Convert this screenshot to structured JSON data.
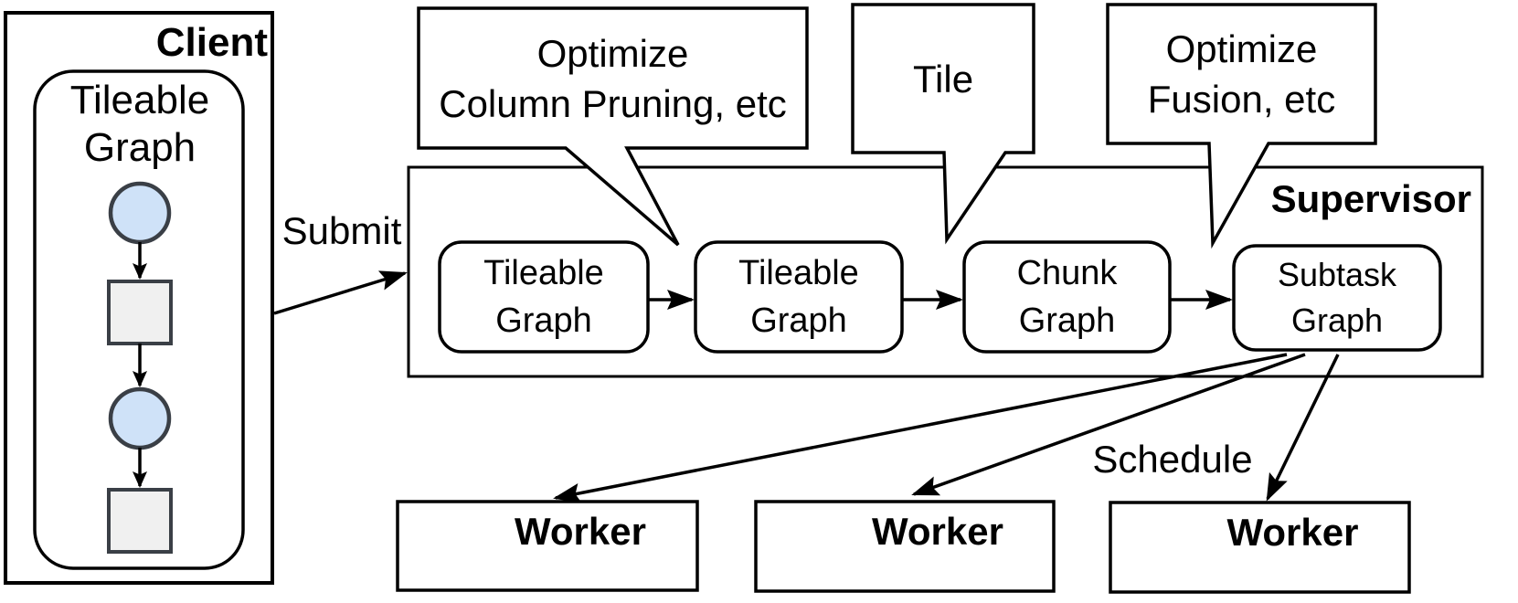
{
  "client": {
    "title": "Client",
    "graph_label": {
      "line1": "Tileable",
      "line2": "Graph"
    }
  },
  "edges": {
    "submit_label": "Submit",
    "schedule_label": "Schedule"
  },
  "callouts": {
    "column_pruning": {
      "line1": "Optimize",
      "line2": "Column Pruning, etc"
    },
    "tile": {
      "label": "Tile"
    },
    "fusion": {
      "line1": "Optimize",
      "line2": "Fusion, etc"
    }
  },
  "supervisor": {
    "title": "Supervisor",
    "pipeline": [
      {
        "line1": "Tileable",
        "line2": "Graph"
      },
      {
        "line1": "Tileable",
        "line2": "Graph"
      },
      {
        "line1": "Chunk",
        "line2": "Graph"
      },
      {
        "line1": "Subtask",
        "line2": "Graph"
      }
    ]
  },
  "workers": [
    {
      "label": "Worker"
    },
    {
      "label": "Worker"
    },
    {
      "label": "Worker"
    }
  ],
  "colors": {
    "outline": "#000000",
    "node_stroke": "#3a3f46",
    "node_fill_blue": "#cfe2f8",
    "node_fill_gray": "#f0f0f0",
    "background": "#ffffff"
  }
}
